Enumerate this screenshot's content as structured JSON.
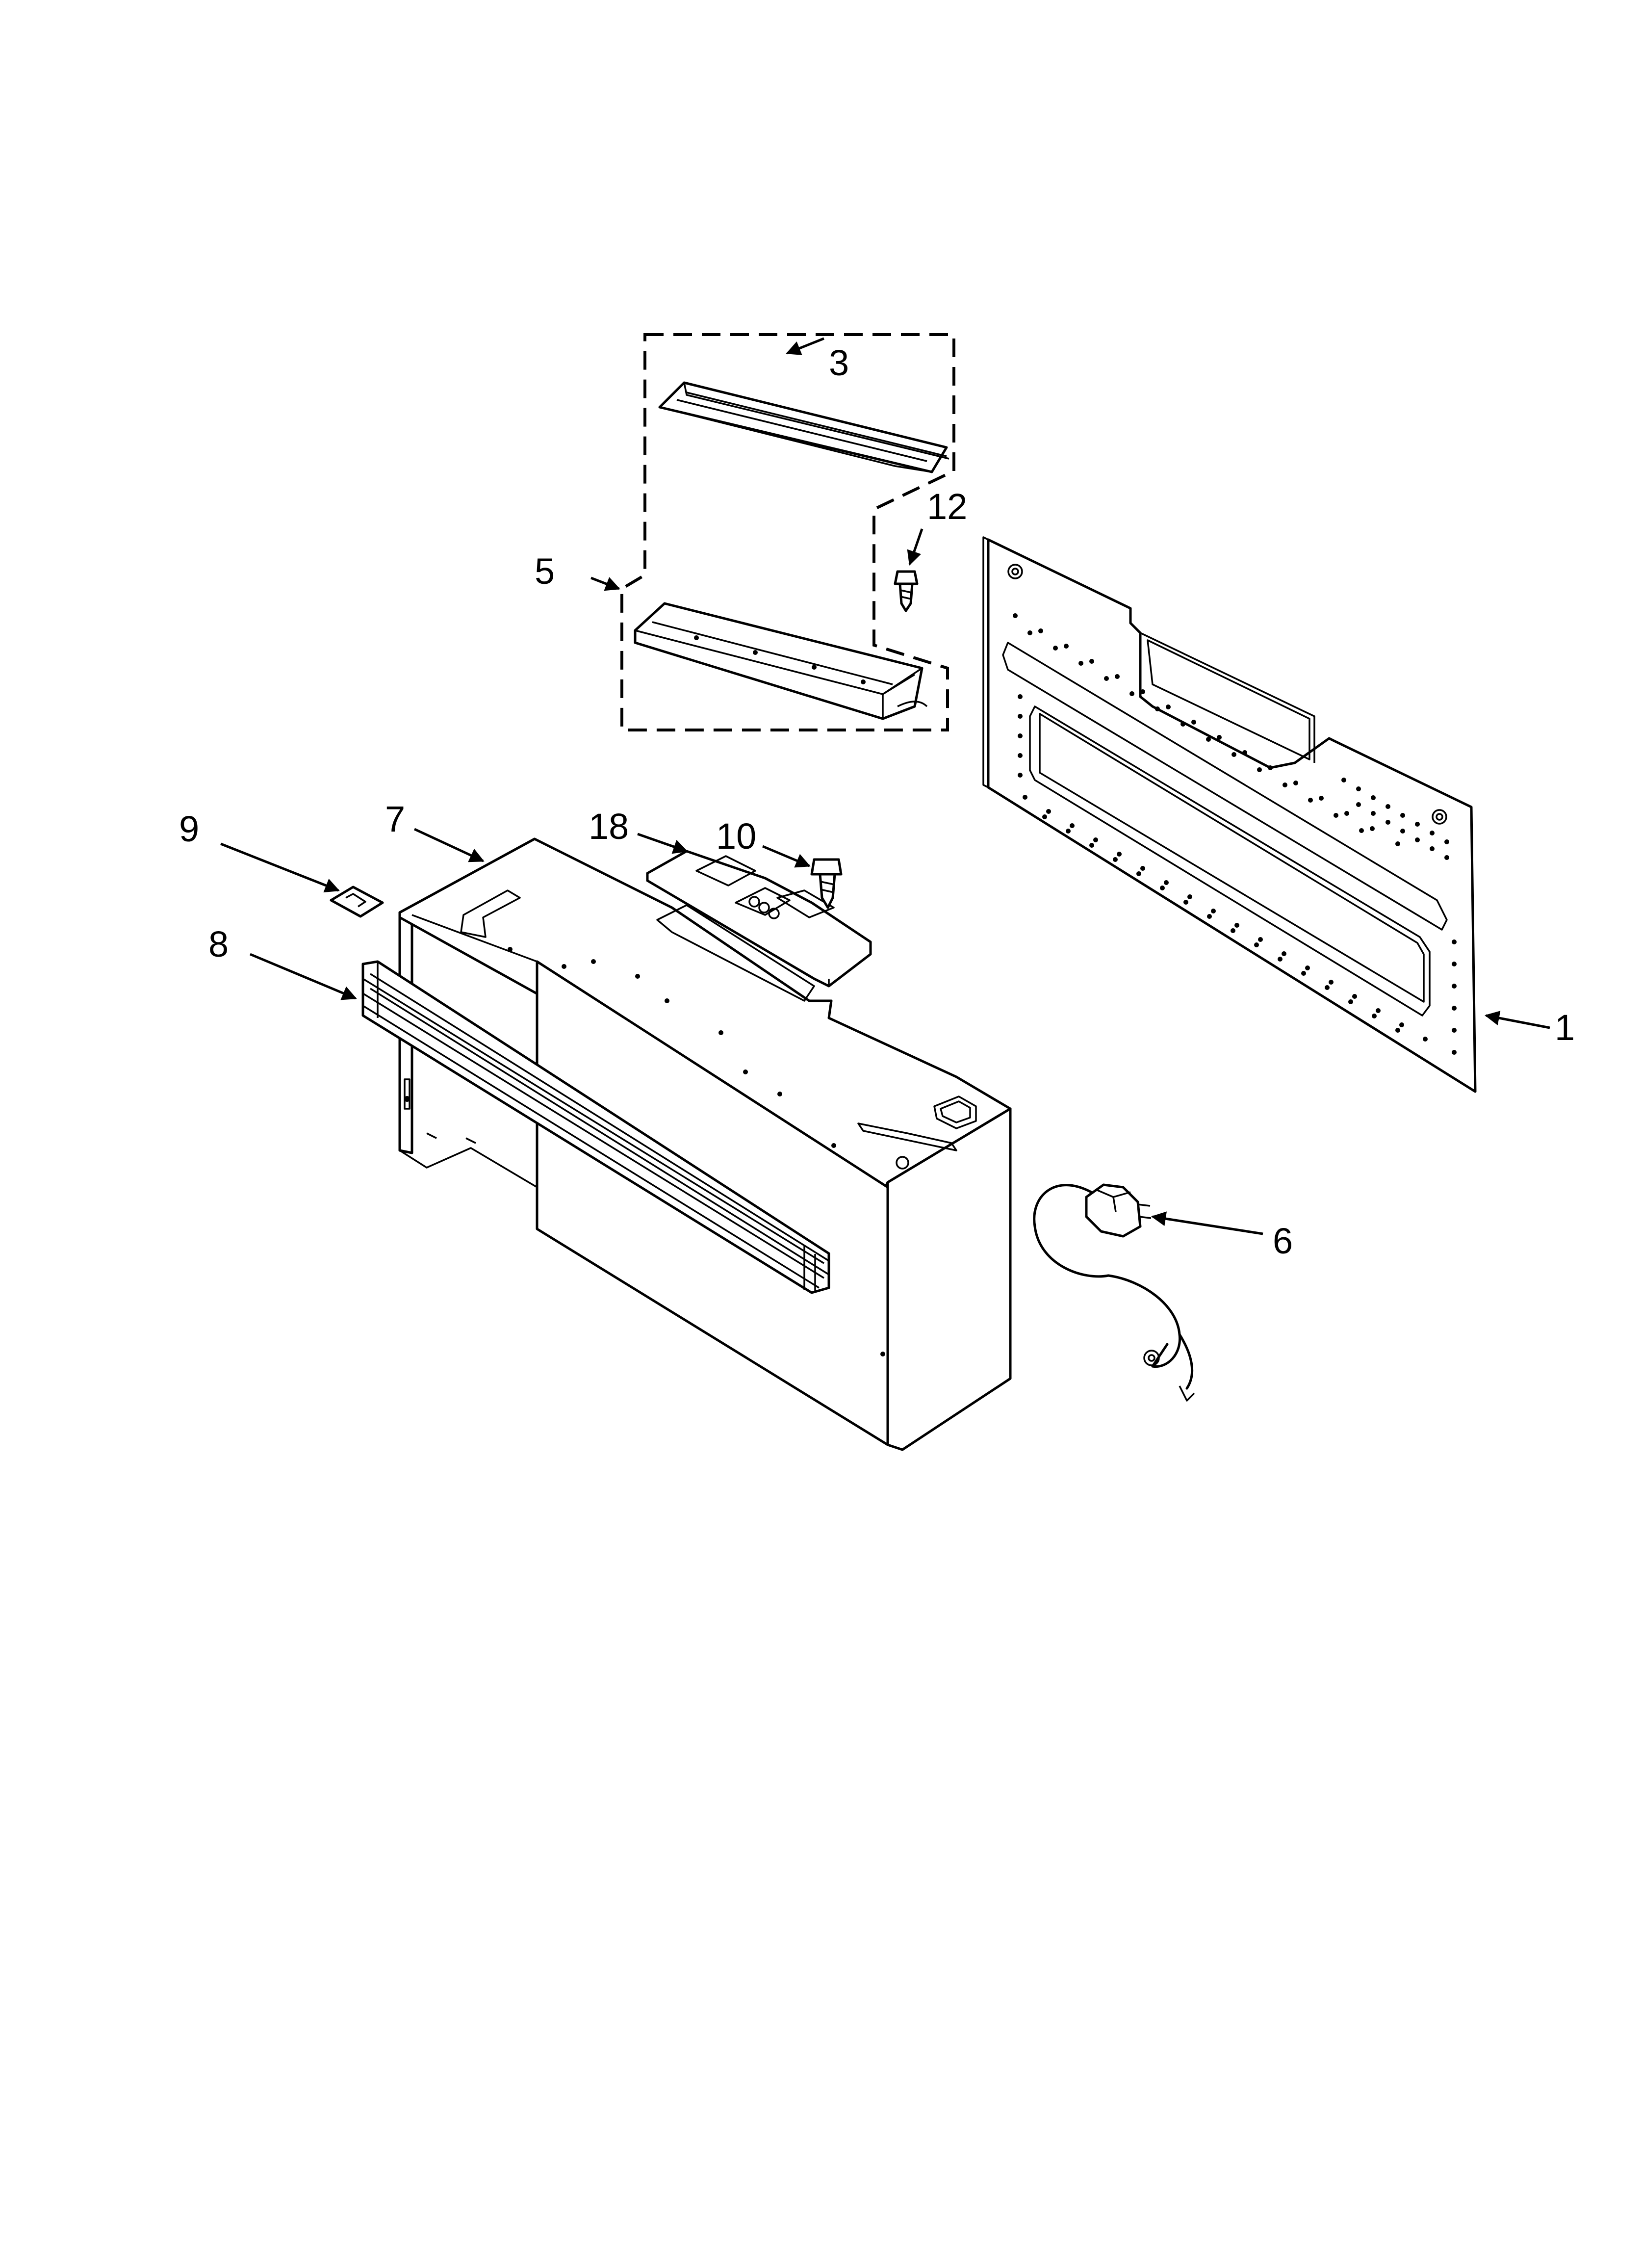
{
  "callouts": [
    {
      "id": "callout-3",
      "label": "3"
    },
    {
      "id": "callout-12",
      "label": "12"
    },
    {
      "id": "callout-5",
      "label": "5"
    },
    {
      "id": "callout-9",
      "label": "9"
    },
    {
      "id": "callout-7",
      "label": "7"
    },
    {
      "id": "callout-18",
      "label": "18"
    },
    {
      "id": "callout-10",
      "label": "10"
    },
    {
      "id": "callout-8",
      "label": "8"
    },
    {
      "id": "callout-1",
      "label": "1"
    },
    {
      "id": "callout-6",
      "label": "6"
    }
  ]
}
